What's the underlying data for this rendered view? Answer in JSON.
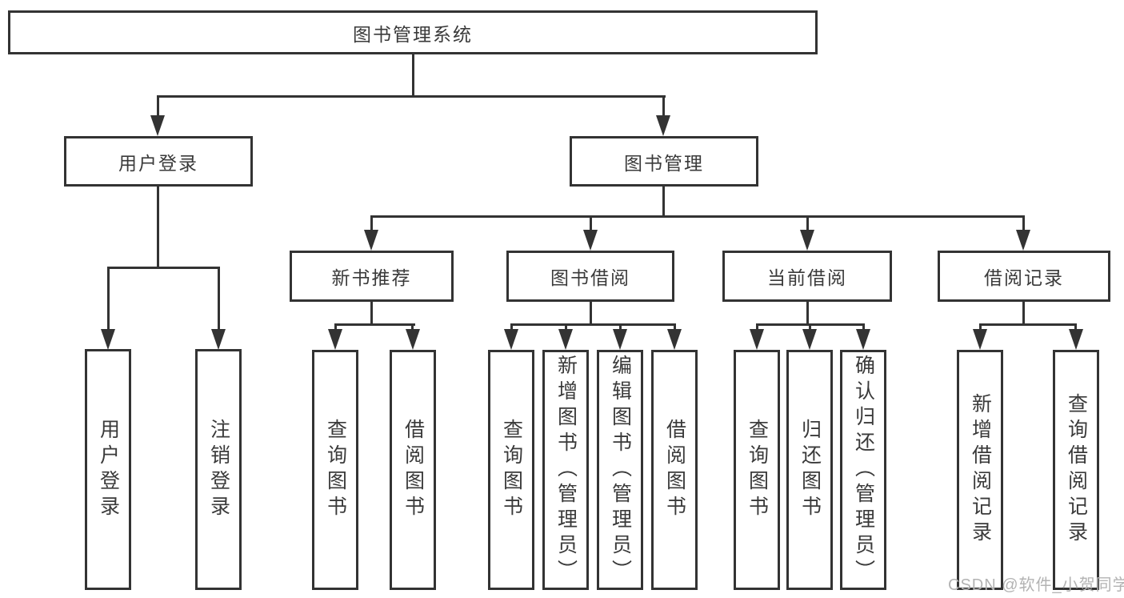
{
  "tree": {
    "label": "图书管理系统",
    "children": [
      {
        "label": "用户登录",
        "children": [
          {
            "label": "用户登录"
          },
          {
            "label": "注销登录"
          }
        ]
      },
      {
        "label": "图书管理",
        "children": [
          {
            "label": "新书推荐",
            "children": [
              {
                "label": "查询图书"
              },
              {
                "label": "借阅图书"
              }
            ]
          },
          {
            "label": "图书借阅",
            "children": [
              {
                "label": "查询图书"
              },
              {
                "label": "新增图书（管理员）"
              },
              {
                "label": "编辑图书（管理员）"
              },
              {
                "label": "借阅图书"
              }
            ]
          },
          {
            "label": "当前借阅",
            "children": [
              {
                "label": "查询图书"
              },
              {
                "label": "归还图书"
              },
              {
                "label": "确认归还（管理员）"
              }
            ]
          },
          {
            "label": "借阅记录",
            "children": [
              {
                "label": "新增借阅记录"
              },
              {
                "label": "查询借阅记录"
              }
            ]
          }
        ]
      }
    ]
  },
  "watermark": "CSDN @软件_小贺同学",
  "colors": {
    "line": "#333333",
    "text": "#3a3a3a",
    "watermark": "#b3b3b3",
    "background": "#ffffff"
  }
}
